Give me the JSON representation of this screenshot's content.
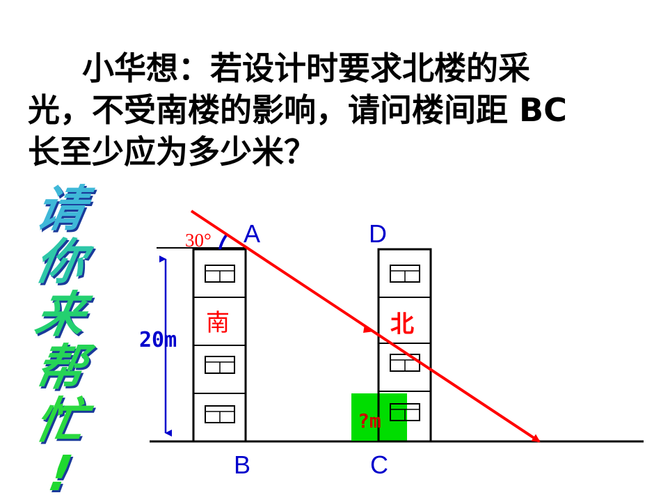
{
  "question": {
    "line1": "小华想：若设计时要求北楼的采",
    "line2": "光，不受南楼的影响，请问楼间距 BC",
    "line3": "长至少应为多少米？"
  },
  "side_text": [
    "请",
    "你",
    "来",
    "帮",
    "忙",
    "!"
  ],
  "diagram": {
    "point_A": "A",
    "point_B": "B",
    "point_C": "C",
    "point_D": "D",
    "angle_label": "30°",
    "south_building_label": "南",
    "north_building_label": "北",
    "height_label": "20m",
    "unknown_label": "?m"
  },
  "colors": {
    "sunlight_ray": "#ff0000",
    "point_labels": "#0000cc",
    "building_labels": "#ff0000",
    "unknown_box": "#00dd00"
  }
}
